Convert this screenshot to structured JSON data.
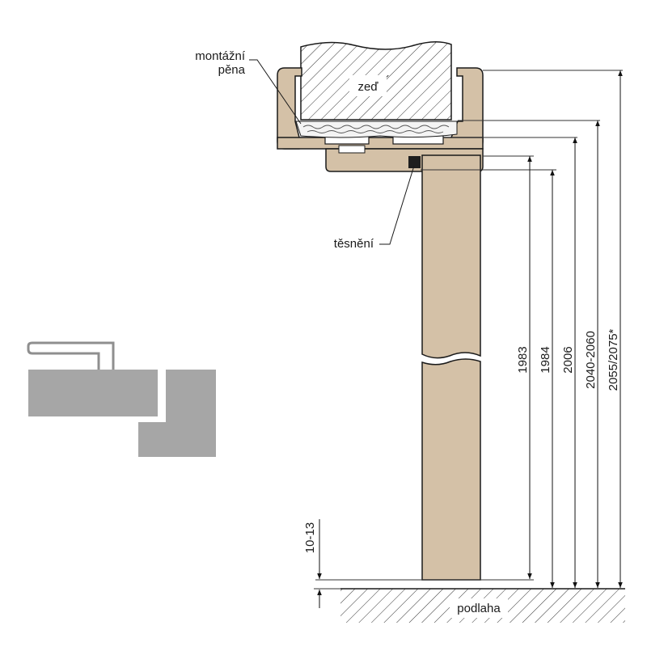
{
  "labels": {
    "foam_line1": "montážní",
    "foam_line2": "pěna",
    "wall": "zeď",
    "seal": "těsnění",
    "floor": "podlaha",
    "gap": "10-13"
  },
  "dimensions": [
    "1983",
    "1984",
    "2006",
    "2040-2060",
    "2055/2075*"
  ],
  "colors": {
    "wood": "#d4c1a7",
    "outline": "#1a1a1a",
    "gray_profile": "#a6a6a6"
  }
}
